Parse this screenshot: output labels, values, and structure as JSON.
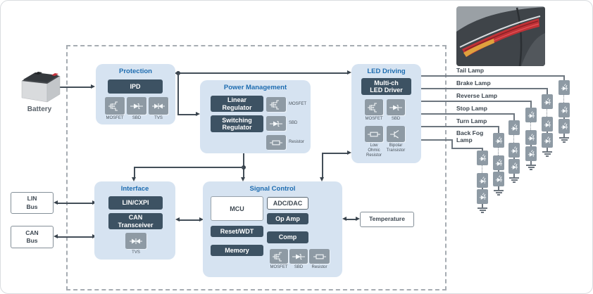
{
  "colors": {
    "block_bg": "#d6e3f1",
    "title_blue": "#1d6cb0",
    "chip_dark": "#3d5263",
    "tile_gray": "#8e9aa4",
    "line_gray": "#434e58"
  },
  "battery": {
    "label": "Battery"
  },
  "bus": {
    "lin": "LIN\nBus",
    "can": "CAN\nBus"
  },
  "temperature": {
    "label": "Temperature"
  },
  "blocks": {
    "protection": {
      "title": "Protection",
      "chip": "IPD",
      "icons": [
        {
          "name": "mosfet-icon",
          "label": "MOSFET"
        },
        {
          "name": "sbd-icon",
          "label": "SBD"
        },
        {
          "name": "tvs-icon",
          "label": "TVS"
        }
      ]
    },
    "power_management": {
      "title": "Power Management",
      "chips": [
        "Linear\nRegulator",
        "Switching\nRegulator"
      ],
      "icons": [
        {
          "name": "mosfet-icon",
          "label": "MOSFET"
        },
        {
          "name": "sbd-icon",
          "label": "SBD"
        },
        {
          "name": "resistor-icon",
          "label": "Resistor"
        }
      ]
    },
    "led_driving": {
      "title": "LED Driving",
      "chip": "Multi-ch\nLED Driver",
      "icons": [
        {
          "name": "mosfet-icon",
          "label": "MOSFET"
        },
        {
          "name": "sbd-icon",
          "label": "SBD"
        },
        {
          "name": "low-ohmic-resistor-icon",
          "label": "Low\nOhmic\nResistor"
        },
        {
          "name": "bipolar-transistor-icon",
          "label": "Bipolar\nTransistor"
        }
      ]
    },
    "interface": {
      "title": "Interface",
      "chips": [
        "LIN/CXPI",
        "CAN\nTransceiver"
      ],
      "icons": [
        {
          "name": "tvs-icon",
          "label": "TVS"
        }
      ]
    },
    "signal_control": {
      "title": "Signal Control",
      "mcu": "MCU",
      "adc_dac": "ADC/DAC",
      "op_amp": "Op Amp",
      "reset_wdt": "Reset/WDT",
      "comp": "Comp",
      "memory": "Memory",
      "icons": [
        {
          "name": "mosfet-icon",
          "label": "MOSFET"
        },
        {
          "name": "sbd-icon",
          "label": "SBD"
        },
        {
          "name": "resistor-icon",
          "label": "Resistor"
        }
      ]
    }
  },
  "lamps": [
    {
      "label": "Tail Lamp"
    },
    {
      "label": "Brake Lamp"
    },
    {
      "label": "Reverse Lamp"
    },
    {
      "label": "Stop Lamp"
    },
    {
      "label": "Turn Lamp"
    },
    {
      "label": "Back Fog\nLamp"
    }
  ]
}
